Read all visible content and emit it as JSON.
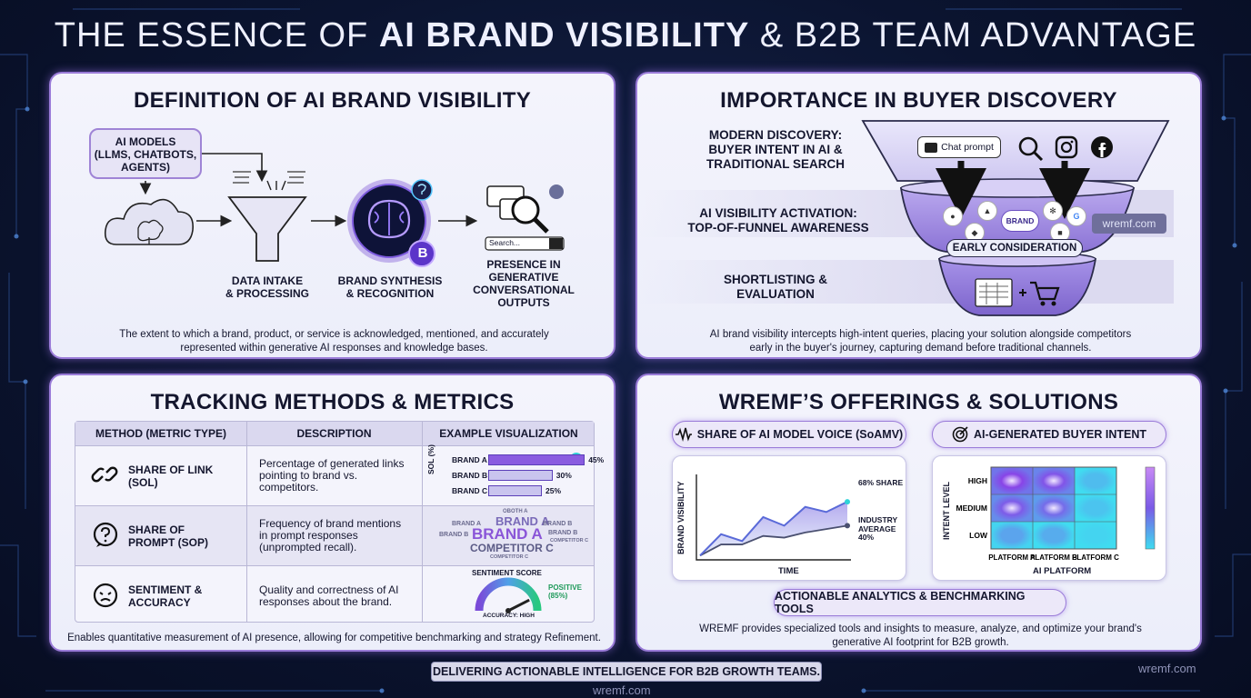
{
  "title": {
    "prefix": "THE ESSENCE OF ",
    "bold": "AI BRAND VISIBILITY",
    "suffix": " & B2B TEAM ADVANTAGE"
  },
  "definition": {
    "heading": "DEFINITION OF AI BRAND VISIBILITY",
    "ai_models": "AI MODELS\n(LLMS, CHATBOTS,\nAGENTS)",
    "step1": "DATA INTAKE\n& PROCESSING",
    "step2": "BRAND SYNTHESIS\n& RECOGNITION",
    "step3": "PRESENCE IN\nGENERATIVE\nCONVERSATIONAL\nOUTPUTS",
    "search_placeholder": "Search...",
    "brand_letter": "B",
    "caption": "The extent to which a brand, product, or service is acknowledged, mentioned, and accurately\nrepresented within generative AI responses and knowledge bases."
  },
  "importance": {
    "heading": "IMPORTANCE IN BUYER DISCOVERY",
    "stage1": "MODERN DISCOVERY:\nBUYER INTENT IN AI &\nTRADITIONAL SEARCH",
    "stage2": "AI VISIBILITY ACTIVATION:\nTOP-OF-FUNNEL AWARENESS",
    "stage3": "SHORTLISTING &\nEVALUATION",
    "chat_prompt": "Chat prompt",
    "brand_badge": "BRAND",
    "early": "EARLY CONSIDERATION",
    "watermark": "wremf.com",
    "caption": "AI brand visibility intercepts high-intent queries, placing your solution alongside competitors\nearly in the buyer's journey, capturing demand before traditional channels."
  },
  "tracking": {
    "heading": "TRACKING METHODS & METRICS",
    "headers": [
      "METHOD (METRIC TYPE)",
      "DESCRIPTION",
      "EXAMPLE VISUALIZATION"
    ],
    "rows": [
      {
        "name": "SHARE OF LINK\n(SOL)",
        "desc": "Percentage of generated links\npointing to brand vs.\ncompetitors."
      },
      {
        "name": "SHARE OF\nPROMPT (SOP)",
        "desc": "Frequency of brand mentions\nin prompt responses\n(unprompted recall)."
      },
      {
        "name": "SENTIMENT &\nACCURACY",
        "desc": "Quality and correctness of AI\nresponses about the brand."
      }
    ],
    "sol_axis": "SOL (%)",
    "sol_bars": [
      {
        "label": "BRAND A",
        "value": 45,
        "text": "45%"
      },
      {
        "label": "BRAND B",
        "value": 30,
        "text": "30%"
      },
      {
        "label": "BRAND C",
        "value": 25,
        "text": "25%"
      }
    ],
    "wordcloud": {
      "big": "BRAND A",
      "mid": "COMPETITOR C",
      "top": "BRAND A",
      "tiny_top": "OBOTH A",
      "left1": "BRAND A",
      "left2": "BRAND B",
      "right1": "BRAND B",
      "right2": "BRAND B",
      "right3": "COMPETITOR C",
      "bottom": "COMPETITOR C"
    },
    "sentiment_title": "SENTIMENT SCORE",
    "sentiment_positive": "POSITIVE\n(85%)",
    "sentiment_value": 0.85,
    "accuracy": "ACCURACY: HIGH",
    "caption": "Enables quantitative measurement of AI presence, allowing for competitive benchmarking and strategy Refinement."
  },
  "wremf": {
    "heading": "WREMF’S OFFERINGS & SOLUTIONS",
    "pill1": "SHARE OF AI MODEL VOICE (SoAMV)",
    "pill2": "AI-GENERATED BUYER INTENT",
    "pill3": "ACTIONABLE ANALYTICS & BENCHMARKING TOOLS",
    "caption": "WREMF provides specialized tools and insights to measure, analyze, and optimize your brand's\ngenerative AI footprint for B2B growth."
  },
  "chart_data": [
    {
      "type": "area",
      "xlabel": "TIME",
      "ylabel": "BRAND VISIBILITY",
      "series": [
        {
          "name": "68% SHARE",
          "values": [
            5,
            30,
            22,
            50,
            40,
            62,
            56,
            68
          ]
        },
        {
          "name": "INDUSTRY\nAVERAGE\n40%",
          "values": [
            5,
            18,
            18,
            28,
            26,
            32,
            36,
            40
          ]
        }
      ],
      "ylim": [
        0,
        100
      ]
    },
    {
      "type": "heatmap",
      "xlabel": "AI PLATFORM",
      "ylabel": "INTENT LEVEL",
      "x": [
        "PLATFORM A",
        "PLATFORM B",
        "PLATFORM C"
      ],
      "y": [
        "HIGH",
        "MEDIUM",
        "LOW"
      ],
      "values": [
        [
          0.95,
          0.85,
          0.2
        ],
        [
          0.8,
          0.7,
          0.15
        ],
        [
          0.35,
          0.3,
          0.05
        ]
      ]
    }
  ],
  "footer": {
    "tagline": "DELIVERING ACTIONABLE INTELLIGENCE FOR B2B GROWTH TEAMS.",
    "wm1": "wremf.com",
    "wm2": "wremf.com"
  }
}
